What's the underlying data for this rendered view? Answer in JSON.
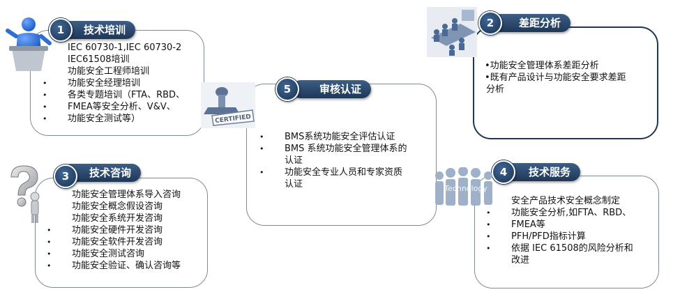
{
  "sections": {
    "s1": {
      "number": "1",
      "title": "技术培训",
      "lines": [
        "IEC 60730-1,IEC 60730-2",
        "IEC61508培训",
        "功能安全工程师培训",
        "功能安全经理培训",
        "各类专题培训（FTA、RBD、",
        "FMEA等安全分析、V&V、",
        "功能安全测试等）"
      ]
    },
    "s2": {
      "number": "2",
      "title": "差距分析",
      "lines": [
        "•功能安全管理体系差距分析",
        "•既有产品设计与功能安全要求差距",
        "分析"
      ]
    },
    "s3": {
      "number": "3",
      "title": "技术咨询",
      "lines": [
        "功能安全管理体系导入咨询",
        "功能安全概念假设咨询",
        "功能安全系统开发咨询",
        "功能安全硬件开发咨询",
        "功能安全软件开发咨询",
        "功能安全测试咨询",
        "功能安全验证、确认咨询等"
      ]
    },
    "s4": {
      "number": "4",
      "title": "技术服务",
      "lines": [
        "安全产品技术安全概念制定",
        "功能安全分析,如FTA、RBD、",
        "FMEA等",
        "PFH/PFD指标计算",
        "依据 IEC 61508的风险分析和",
        "改进"
      ]
    },
    "s5": {
      "number": "5",
      "title": "审核认证",
      "lines": [
        "BMS系统功能安全评估认证",
        "BMS 系统功能安全管理体系的",
        "认证",
        "功能安全专业人员和专家资质",
        "认证"
      ]
    }
  },
  "icons": {
    "stamp_text": "CERTIFIED",
    "team_text": "Technology"
  },
  "colors": {
    "pill_dark": "#1e3757",
    "pill_light": "#3d5e86",
    "icon_blue": "#2f6fd0",
    "card_border": "#7f8a98"
  }
}
